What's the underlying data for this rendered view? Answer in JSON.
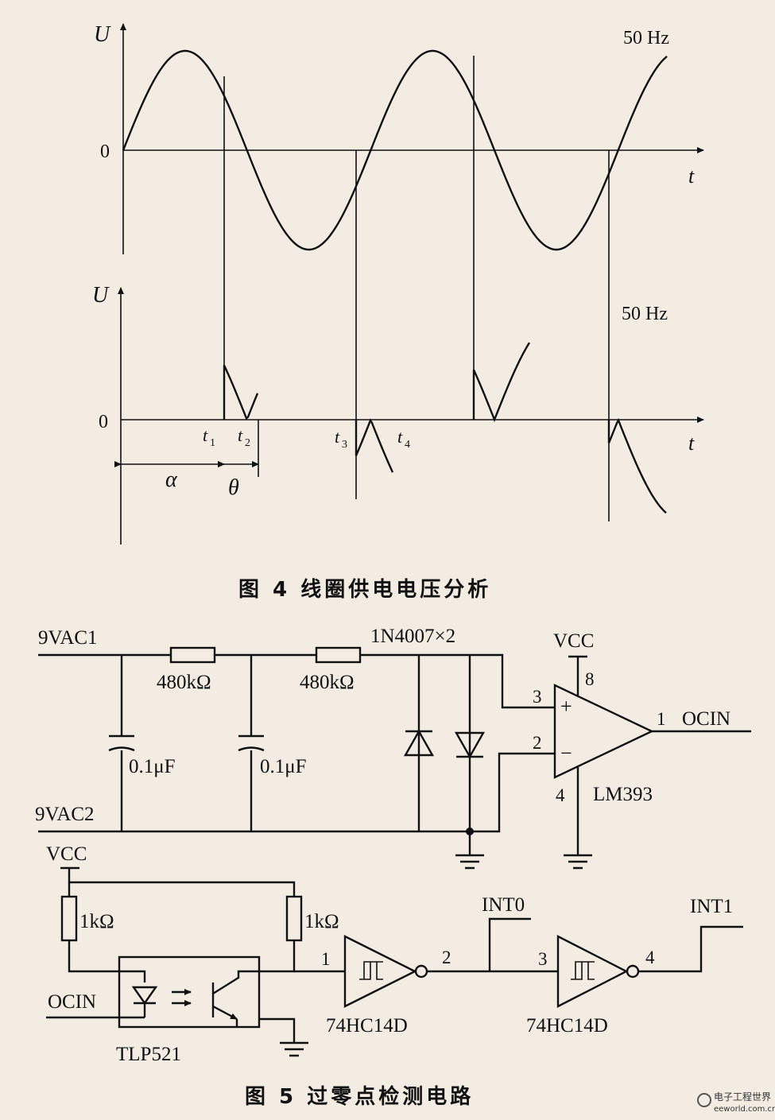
{
  "fig4": {
    "upper": {
      "axis_y": "U",
      "axis_x": "t",
      "zero": "0",
      "freq": "50 Hz"
    },
    "lower": {
      "axis_y": "U",
      "axis_x": "t",
      "zero": "0",
      "freq": "50 Hz",
      "t1": "t",
      "t1_sub": "1",
      "t2": "t",
      "t2_sub": "2",
      "t3": "t",
      "t3_sub": "3",
      "t4": "t",
      "t4_sub": "4",
      "alpha": "α",
      "theta": "θ"
    },
    "caption": "图 4   线圈供电电压分析"
  },
  "fig5": {
    "labels": {
      "vac1": "9VAC1",
      "vac2": "9VAC2",
      "r1": "480kΩ",
      "r2": "480kΩ",
      "c1": "0.1μF",
      "c2": "0.1μF",
      "diodes": "1N4007×2",
      "vcc_top": "VCC",
      "pin8": "8",
      "pin3": "3",
      "pin2": "2",
      "plus": "+",
      "minus": "−",
      "pin4": "4",
      "out_pin": "1",
      "ocin_out": "OCIN",
      "lm393": "LM393",
      "vcc_bottom": "VCC",
      "r3": "1kΩ",
      "r4": "1kΩ",
      "ocin_in": "OCIN",
      "tlp521": "TLP521",
      "g1_in": "1",
      "g1_out": "2",
      "g1_name": "74HC14D",
      "int0": "INT0",
      "g2_in": "3",
      "g2_out": "4",
      "g2_name": "74HC14D",
      "int1": "INT1"
    },
    "caption": "图 5   过零点检测电路"
  },
  "watermark": {
    "line1": "电子工程世界",
    "line2": "eeworld.com.cn"
  }
}
